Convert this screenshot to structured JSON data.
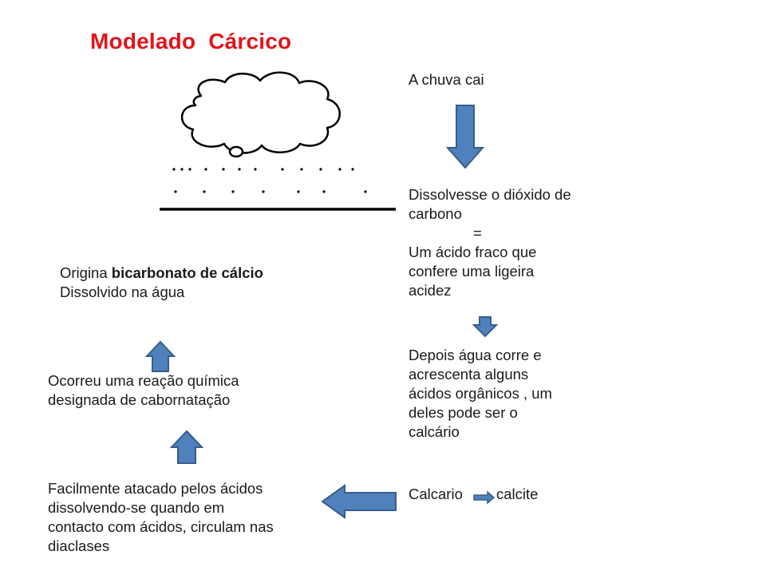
{
  "title": "Modelado  Cárcico",
  "right_column": {
    "step1": "A chuva cai",
    "step2_lines": [
      "Dissolvesse o dióxido de",
      "carbono"
    ],
    "equals": "=",
    "step3_lines": [
      "Um  ácido fraco que",
      "confere uma ligeira",
      "acidez"
    ],
    "step4_lines": [
      "Depois água corre e",
      "acrescenta alguns",
      "ácidos orgânicos , um",
      "deles pode ser  o",
      "calcário"
    ],
    "step5_left": "Calcario",
    "step5_right": "calcite"
  },
  "left_column": {
    "result_prefix": "Origina ",
    "result_bold": "bicarbonato de cálcio",
    "result_line2": "Dissolvido na água",
    "reaction_lines": [
      "Ocorreu uma reação química",
      "designada de cabornatação"
    ],
    "attack_lines": [
      "Facilmente atacado pelos ácidos",
      "dissolvendo-se quando em",
      "contacto com ácidos, circulam nas",
      "diaclases"
    ]
  },
  "colors": {
    "title": "#e3141b",
    "arrow_fill": "#4f81bd",
    "arrow_stroke": "#385d8a"
  }
}
